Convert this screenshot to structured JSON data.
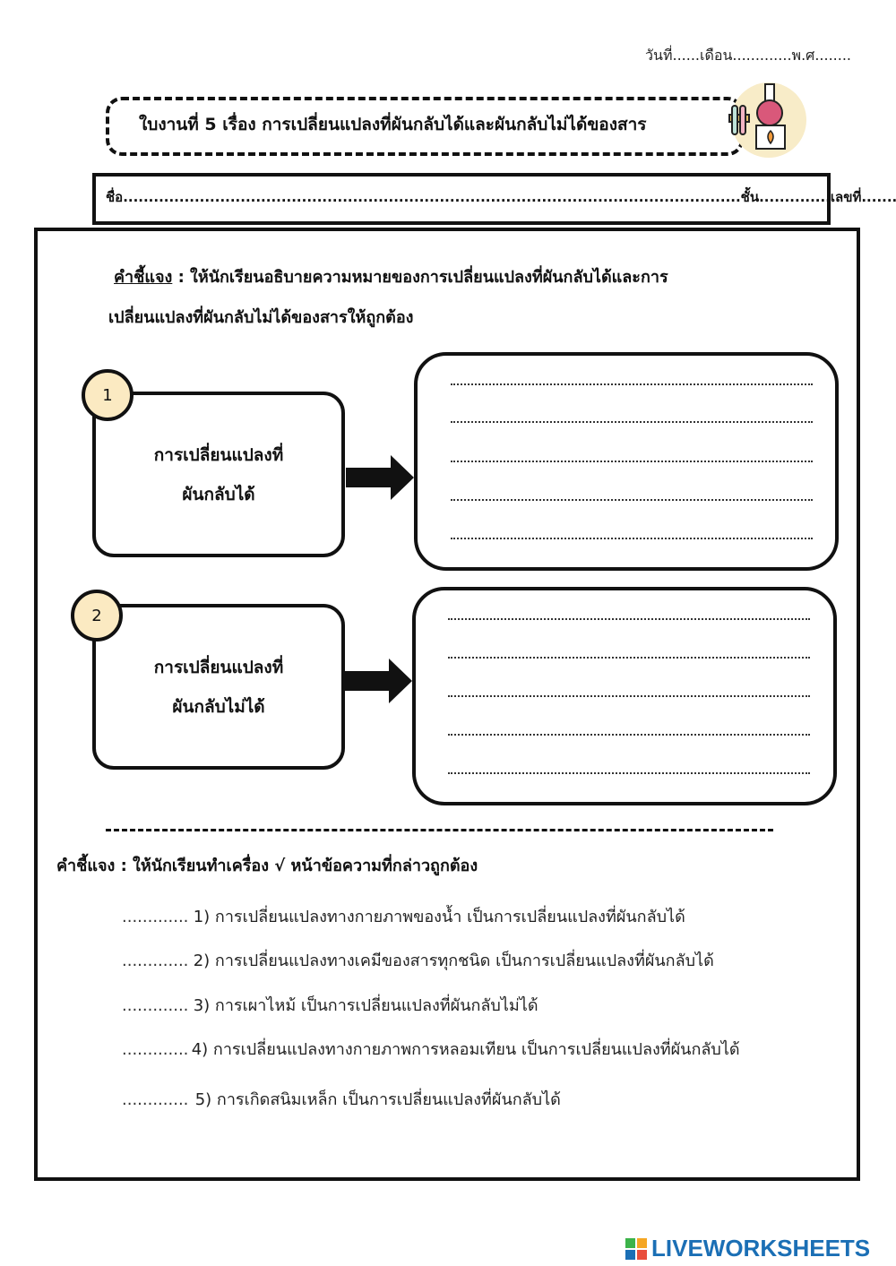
{
  "header": {
    "date_line": "วันที่......เดือน.............พ.ศ........",
    "title": "ใบงานที่ 5 เรื่อง การเปลี่ยนแปลงที่ผันกลับได้และผันกลับไม่ได้ของสาร",
    "name_line": "ชื่อ.........................................................................................................................ชั้น..............เลขที่..............."
  },
  "section1": {
    "instruction_label": "คำชี้แจง",
    "instruction_rest": " : ให้นักเรียนอธิบายความหมายของการเปลี่ยนแปลงที่ผันกลับได้และการ",
    "instruction_line2": "เปลี่ยนแปลงที่ผันกลับไม่ได้ของสารให้ถูกต้อง",
    "items": [
      {
        "number": "1",
        "term_line1": "การเปลี่ยนแปลงที่",
        "term_line2": "ผันกลับได้"
      },
      {
        "number": "2",
        "term_line1": "การเปลี่ยนแปลงที่",
        "term_line2": "ผันกลับไม่ได้"
      }
    ]
  },
  "section2": {
    "instruction": "คำชี้แจง : ให้นักเรียนทำเครื่อง √ หน้าข้อความที่กล่าวถูกต้อง",
    "blank": ".............",
    "statements": [
      "1) การเปลี่ยนแปลงทางกายภาพของน้ำ เป็นการเปลี่ยนแปลงที่ผันกลับได้",
      "2) การเปลี่ยนแปลงทางเคมีของสารทุกชนิด เป็นการเปลี่ยนแปลงที่ผันกลับได้",
      "3) การเผาไหม้ เป็นการเปลี่ยนแปลงที่ผันกลับไม่ได้",
      "4) การเปลี่ยนแปลงทางกายภาพการหลอมเทียน เป็นการเปลี่ยนแปลงที่ผันกลับได้",
      "5) การเกิดสนิมเหล็ก เป็นการเปลี่ยนแปลงที่ผันกลับได้"
    ]
  },
  "footer": {
    "brand": "LIVEWORKSHEETS"
  },
  "colors": {
    "circle_fill": "#fbeac2",
    "brand": "#1b6fb5",
    "flask_bg": "#f8ecc8",
    "flask": "#d9587a"
  },
  "icons": [
    "lab-flask-icon",
    "test-tubes-icon",
    "arrow-right-icon",
    "liveworksheets-logo-icon"
  ]
}
